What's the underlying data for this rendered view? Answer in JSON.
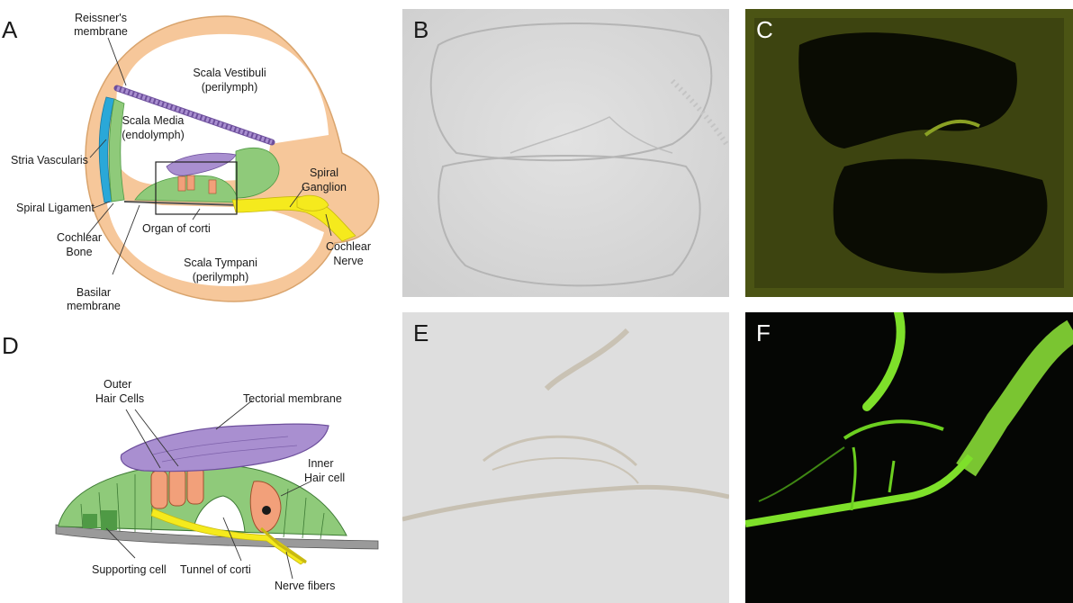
{
  "panels": {
    "a": {
      "letter": "A",
      "labels": {
        "reissner_1": "Reissner's",
        "reissner_2": "membrane",
        "vestibuli_1": "Scala Vestibuli",
        "vestibuli_2": "(perilymph)",
        "media_1": "Scala Media",
        "media_2": "(endolymph)",
        "stria": "Stria Vascularis",
        "ligament": "Spiral Ligament",
        "bone_1": "Cochlear",
        "bone_2": "Bone",
        "organ": "Organ of corti",
        "ganglion_1": "Spiral",
        "ganglion_2": "Ganglion",
        "nerve_1": "Cochlear",
        "nerve_2": "Nerve",
        "tympani_1": "Scala Tympani",
        "tympani_2": "(perilymph)",
        "basilar_1": "Basilar",
        "basilar_2": "membrane"
      }
    },
    "b": {
      "letter": "B"
    },
    "c": {
      "letter": "C"
    },
    "d": {
      "letter": "D",
      "labels": {
        "outer_1": "Outer",
        "outer_2": "Hair Cells",
        "tectorial": "Tectorial membrane",
        "inner_1": "Inner",
        "inner_2": "Hair cell",
        "supporting": "Supporting cell",
        "tunnel": "Tunnel of corti",
        "nerve_fibers": "Nerve fibers"
      }
    },
    "e": {
      "letter": "E"
    },
    "f": {
      "letter": "F"
    }
  },
  "colors": {
    "bone": "#f6c79a",
    "bone_edge": "#d9a46d",
    "membrane": "#a98fd0",
    "membrane_edge": "#6d4f9c",
    "tissue": "#8fca7a",
    "tissue_dark": "#4f9a45",
    "hair_cell": "#f2a07a",
    "nerve": "#f5ea1d",
    "stria": "#2aa8d8",
    "dic_bg": "#dcdcdc",
    "fluor_bg": "#0a0c03",
    "fluor_signal": "#7ee02a"
  }
}
